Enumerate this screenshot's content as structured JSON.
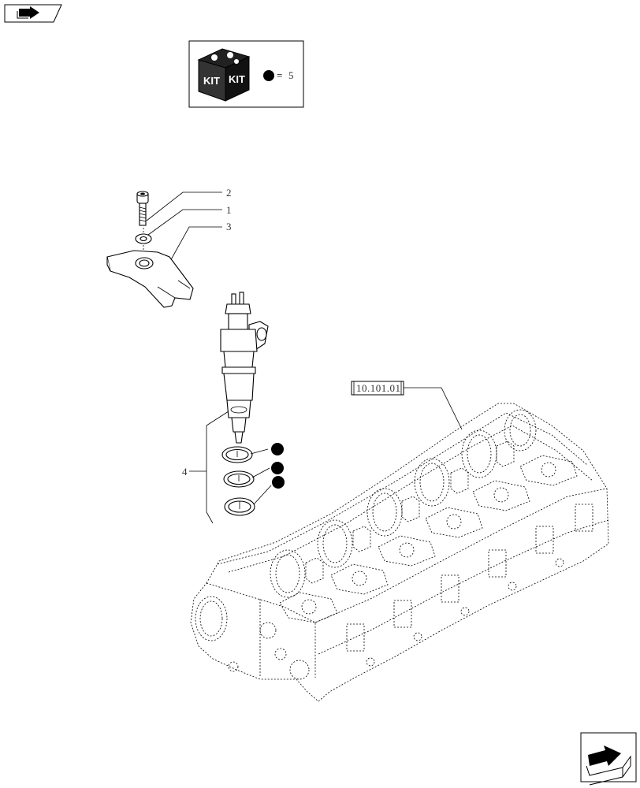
{
  "kit_box": {
    "kit_left": "KIT",
    "kit_right": "KIT",
    "equals": "=",
    "kit_ref": "5"
  },
  "callouts": [
    {
      "id": "2"
    },
    {
      "id": "1"
    },
    {
      "id": "3"
    },
    {
      "id": "4"
    }
  ],
  "reference": "10.101.01"
}
